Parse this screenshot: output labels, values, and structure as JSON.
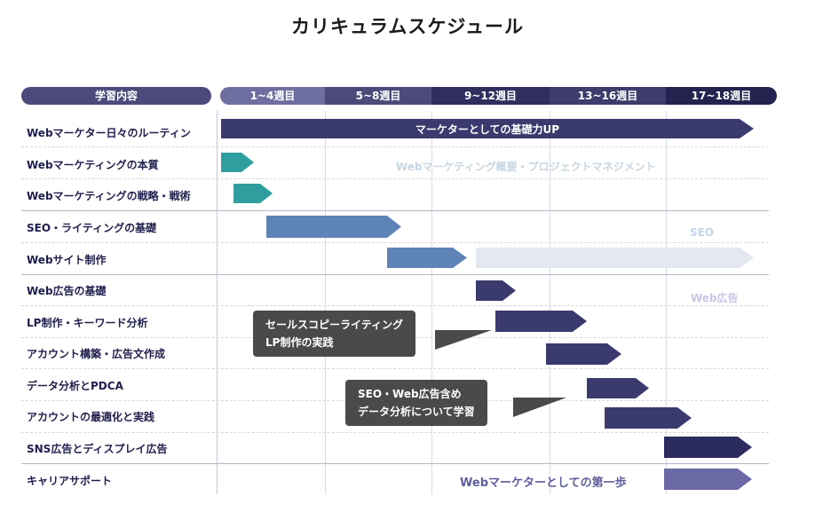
{
  "title": "カリキュラムスケジュール",
  "header": {
    "left_label": "学習内容",
    "periods": [
      "1~4週目",
      "5~8週目",
      "9~12週目",
      "13~16週目",
      "17~18週目"
    ],
    "period_colors": [
      "#6e6ea0",
      "#4b4a7a",
      "#2f2e5e",
      "#3d3c6c",
      "#24234f"
    ]
  },
  "rows": [
    "Webマーケター日々のルーティン",
    "Webマーケティングの本質",
    "Webマーケティングの戦略・戦術",
    "SEO・ライティングの基礎",
    "Webサイト制作",
    "Web広告の基礎",
    "LP制作・キーワード分析",
    "アカウント構築・広告文作成",
    "データ分析とPDCA",
    "アカウントの最適化と実践",
    "SNS広告とディスプレイ広告",
    "キャリアサポート"
  ],
  "bars": {
    "routine_label": "マーケターとしての基礎力UP"
  },
  "section_labels": {
    "marketing": "Webマーケティング概要・プロジェクトマネジメント",
    "seo": "SEO",
    "web_ads": "Web広告",
    "career": "Webマーケターとしての第一歩"
  },
  "callouts": {
    "lp": [
      "セールスコピーライティング",
      "LP制作の実践"
    ],
    "analysis": [
      "SEO・Web広告含め",
      "データ分析について学習"
    ]
  },
  "colors": {
    "navy": "#3b3a6e",
    "teal": "#2f9e9e",
    "blue": "#5e83b7",
    "light": "#e3e8f1",
    "dark_navy": "#2c2b5e",
    "purple": "#6b6aa6",
    "callout_bg": "#4a4a4a"
  }
}
